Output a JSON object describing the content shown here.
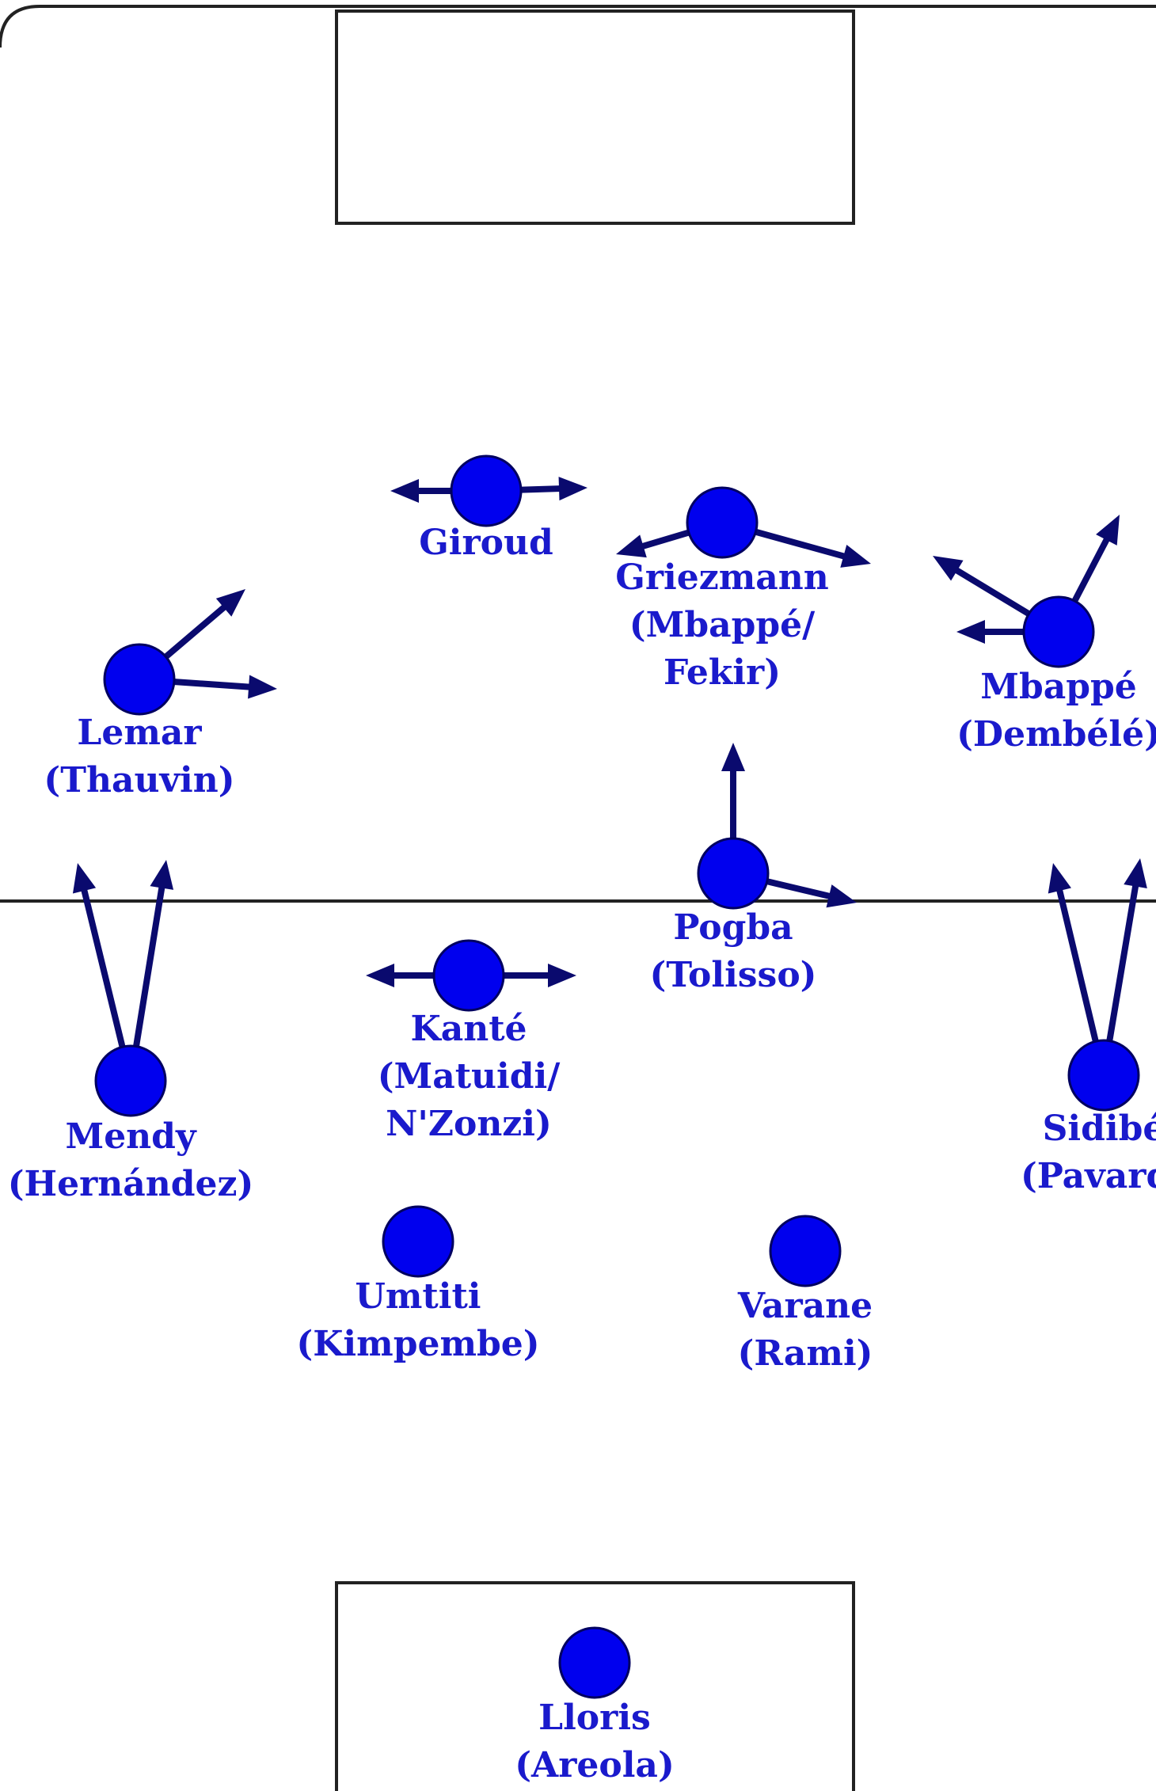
{
  "colors": {
    "pitch_line": "#222222",
    "player_fill": "#0000ee",
    "player_stroke": "#000060",
    "arrow": "#0a0a6e",
    "label": "#1a1acc"
  },
  "players": [
    {
      "id": "giroud",
      "lines": [
        "Giroud"
      ]
    },
    {
      "id": "griezmann",
      "lines": [
        "Griezmann",
        "(Mbappé/",
        "Fekir)"
      ]
    },
    {
      "id": "mbappe",
      "lines": [
        "Mbappé",
        "(Dembélé)"
      ]
    },
    {
      "id": "lemar",
      "lines": [
        "Lemar",
        "(Thauvin)"
      ]
    },
    {
      "id": "pogba",
      "lines": [
        "Pogba",
        "(Tolisso)"
      ]
    },
    {
      "id": "kante",
      "lines": [
        "Kanté",
        "(Matuidi/",
        "N'Zonzi)"
      ]
    },
    {
      "id": "mendy",
      "lines": [
        "Mendy",
        "(Hernández)"
      ]
    },
    {
      "id": "sidibe",
      "lines": [
        "Sidibé",
        "(Pavard)"
      ]
    },
    {
      "id": "umtiti",
      "lines": [
        "Umtiti",
        "(Kimpembe)"
      ]
    },
    {
      "id": "varane",
      "lines": [
        "Varane",
        "(Rami)"
      ]
    },
    {
      "id": "lloris",
      "lines": [
        "Lloris",
        "(Areola)"
      ]
    }
  ]
}
